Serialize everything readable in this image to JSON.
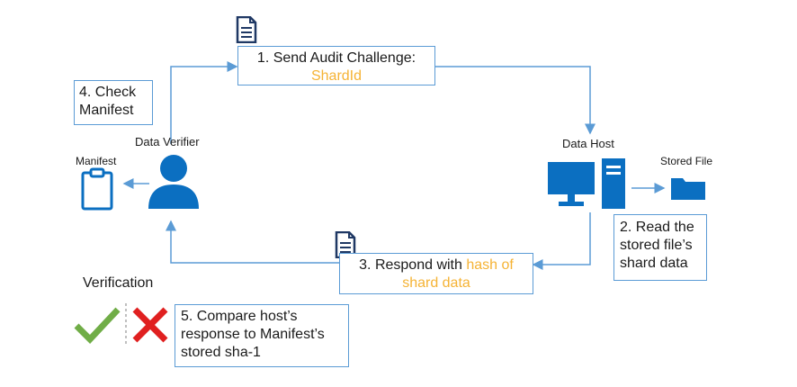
{
  "step1": {
    "prefix": "1. Send Audit Challenge:",
    "highlight": "ShardId"
  },
  "step2": {
    "line1": "2. Read the",
    "line2": "stored file’s",
    "line3": "shard data"
  },
  "step3": {
    "prefix": "3. Respond with ",
    "highlight1": "hash of",
    "highlight2": "shard data"
  },
  "step4": {
    "line1": "4. Check",
    "line2": "Manifest"
  },
  "step5": {
    "line1": "5. Compare host’s",
    "line2": "response to Manifest’s",
    "line3": "stored sha-1"
  },
  "labels": {
    "data_verifier": "Data Verifier",
    "data_host": "Data Host",
    "manifest": "Manifest",
    "stored_file": "Stored File",
    "verification": "Verification"
  },
  "colors": {
    "accent_blue": "#0b6fc1",
    "line_blue": "#5b9bd5",
    "highlight": "#f5b335",
    "check": "#70ad47",
    "cross": "#e02020"
  }
}
